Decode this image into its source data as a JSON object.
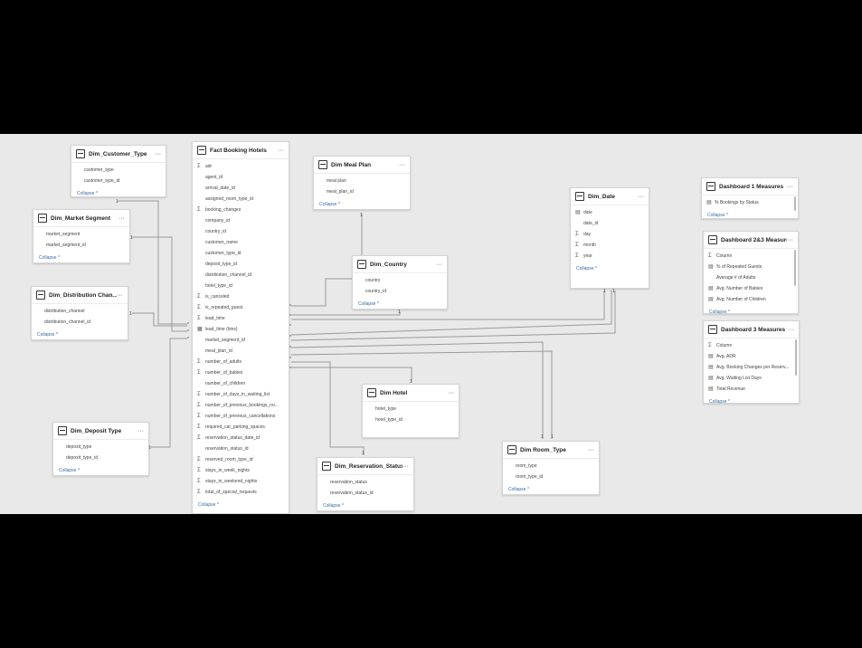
{
  "collapse_label": "Collapse ^",
  "more_label": "···",
  "tables": {
    "customer_type": {
      "name": "Dim_Customer_Type",
      "fields": [
        "customer_type",
        "customer_type_id"
      ]
    },
    "market_segment": {
      "name": "Dim_Market Segment",
      "fields": [
        "market_segment",
        "market_segment_id"
      ]
    },
    "distribution": {
      "name": "Dim_Distribution Chan...",
      "fields": [
        "distribution_channel",
        "distribution_channel_id"
      ]
    },
    "deposit_type": {
      "name": "Dim_Deposit Type",
      "fields": [
        "deposit_type",
        "deposit_type_id"
      ]
    },
    "fact": {
      "name": "Fact Booking Hotels",
      "fields": [
        {
          "icon": "Σ",
          "name": "adr"
        },
        {
          "icon": "",
          "name": "agent_id"
        },
        {
          "icon": "",
          "name": "arrival_date_id"
        },
        {
          "icon": "",
          "name": "assigned_room_type_id"
        },
        {
          "icon": "Σ",
          "name": "booking_changes"
        },
        {
          "icon": "",
          "name": "company_id"
        },
        {
          "icon": "",
          "name": "country_id"
        },
        {
          "icon": "",
          "name": "customer_name"
        },
        {
          "icon": "",
          "name": "customer_type_id"
        },
        {
          "icon": "",
          "name": "deposit_type_id"
        },
        {
          "icon": "",
          "name": "distribution_channel_id"
        },
        {
          "icon": "",
          "name": "hotel_type_id"
        },
        {
          "icon": "Σ",
          "name": "is_canceled"
        },
        {
          "icon": "Σ",
          "name": "is_repeated_guest"
        },
        {
          "icon": "Σ",
          "name": "lead_time"
        },
        {
          "icon": "▦",
          "name": "lead_time (bins)"
        },
        {
          "icon": "",
          "name": "market_segment_id"
        },
        {
          "icon": "",
          "name": "meal_plan_id"
        },
        {
          "icon": "Σ",
          "name": "number_of_adults"
        },
        {
          "icon": "Σ",
          "name": "number_of_babies"
        },
        {
          "icon": "",
          "name": "number_of_children"
        },
        {
          "icon": "Σ",
          "name": "number_of_days_in_waiting_list"
        },
        {
          "icon": "Σ",
          "name": "number_of_previous_bookings_no..."
        },
        {
          "icon": "Σ",
          "name": "number_of_previous_cancellations"
        },
        {
          "icon": "Σ",
          "name": "required_car_parking_spaces"
        },
        {
          "icon": "Σ",
          "name": "reservation_status_date_id"
        },
        {
          "icon": "",
          "name": "reservation_status_id"
        },
        {
          "icon": "Σ",
          "name": "reserved_room_type_id"
        },
        {
          "icon": "Σ",
          "name": "stays_in_week_nights"
        },
        {
          "icon": "Σ",
          "name": "stays_in_weekend_nights"
        },
        {
          "icon": "Σ",
          "name": "total_of_special_requests"
        }
      ]
    },
    "meal_plan": {
      "name": "Dim Meal Plan",
      "fields": [
        "meal plan",
        "meal_plan_id"
      ]
    },
    "country": {
      "name": "Dim_Country",
      "fields": [
        "country",
        "country_id"
      ]
    },
    "date": {
      "name": "Dim_Date",
      "fields": [
        {
          "icon": "▤",
          "name": "date"
        },
        {
          "icon": "",
          "name": "date_id"
        },
        {
          "icon": "Σ",
          "name": "day"
        },
        {
          "icon": "Σ",
          "name": "month"
        },
        {
          "icon": "Σ",
          "name": "year"
        }
      ]
    },
    "hotel": {
      "name": "Dim Hotel",
      "fields": [
        "hotel_type",
        "hotel_type_id"
      ]
    },
    "reservation": {
      "name": "Dim_Reservation_Status",
      "fields": [
        "reservation_status",
        "reservation_status_id"
      ]
    },
    "room": {
      "name": "Dim Room_Type",
      "fields": [
        "room_type",
        "room_type_id"
      ]
    },
    "m1": {
      "name": "Dashboard 1 Measures",
      "fields": [
        {
          "icon": "▤",
          "name": "% Bookings by Status"
        }
      ]
    },
    "m2": {
      "name": "Dashboard 2&3 Measures",
      "fields": [
        {
          "icon": "Σ",
          "name": "Column"
        },
        {
          "icon": "▤",
          "name": "% of Repeated Guests"
        },
        {
          "icon": "",
          "name": "Average # of Adults"
        },
        {
          "icon": "▤",
          "name": "Avg. Number of Babies"
        },
        {
          "icon": "▤",
          "name": "Avg. Number of Children"
        }
      ]
    },
    "m3": {
      "name": "Dashboard 3 Measures",
      "fields": [
        {
          "icon": "Σ",
          "name": "Column"
        },
        {
          "icon": "▤",
          "name": "Avg. ADR"
        },
        {
          "icon": "▤",
          "name": "Avg. Booking Changes per Reserv..."
        },
        {
          "icon": "▤",
          "name": "Avg. Waiting List Days"
        },
        {
          "icon": "▤",
          "name": "Total Revenue"
        }
      ]
    }
  },
  "cardinality": {
    "one": "1",
    "many": "*"
  }
}
